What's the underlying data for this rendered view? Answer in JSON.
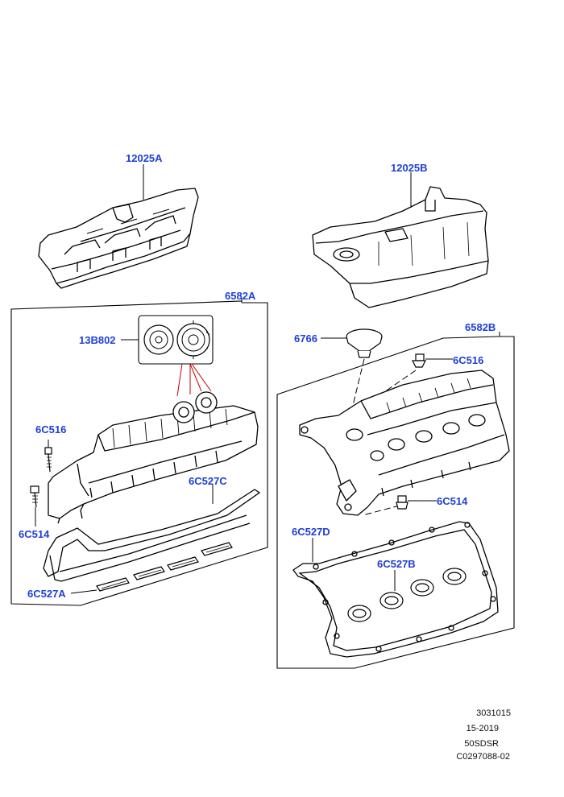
{
  "callouts": {
    "c12025a": "12025A",
    "c12025b": "12025B",
    "c6582a": "6582A",
    "c6582b": "6582B",
    "c13b802": "13B802",
    "c6766": "6766",
    "c6c516_left": "6C516",
    "c6c516_right": "6C516",
    "c6c527c": "6C527C",
    "c6c514_left": "6C514",
    "c6c514_right": "6C514",
    "c6c527d": "6C527D",
    "c6c527b": "6C527B",
    "c6c527a": "6C527A"
  },
  "reference": {
    "line1": "3031015",
    "line2": "15-2019",
    "line3": "50SDSR",
    "line4": "C0297088-02"
  },
  "colors": {
    "callout": "#1f3fd8",
    "line": "#000000",
    "highlight": "#cc0000"
  }
}
